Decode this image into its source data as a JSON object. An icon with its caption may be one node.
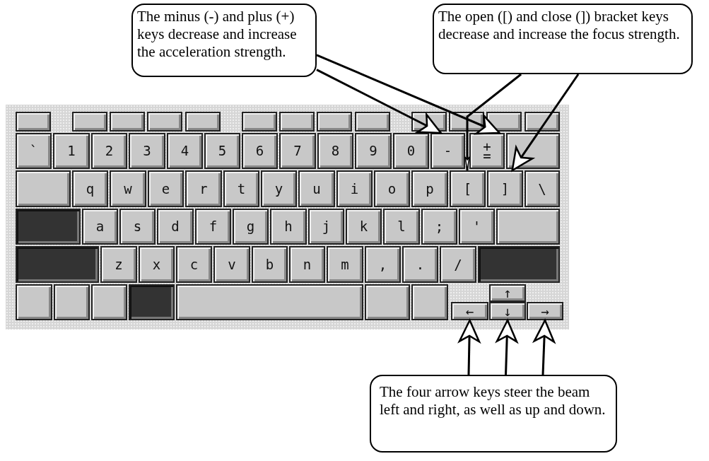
{
  "diagram": {
    "nodes": [
      {
        "text": [
          "The minus (-) and plus (+) keys decrease and increase the acceleration strength."
        ]
      },
      {
        "text": [
          "The open ([) and close (]) bracket keys decrease and increase the focus strength."
        ]
      },
      {
        "text": [
          "The four arrow keys steer the beam left and right, as well as up and down."
        ]
      },
      {
        "text": [
          "-"
        ]
      },
      {
        "text": [
          "+ ="
        ]
      },
      {
        "text": [
          "["
        ]
      },
      {
        "text": [
          "]"
        ]
      },
      {
        "text": [
          "←"
        ]
      },
      {
        "text": [
          "↓"
        ]
      },
      {
        "text": [
          "→"
        ]
      }
    ],
    "edges": [
      {
        "from": 0,
        "to": 3,
        "arrow": "to"
      },
      {
        "from": 0,
        "to": 4,
        "arrow": "to"
      },
      {
        "from": 1,
        "to": 5,
        "arrow": "to"
      },
      {
        "from": 1,
        "to": 6,
        "arrow": "to"
      },
      {
        "from": 2,
        "to": 7,
        "arrow": "to"
      },
      {
        "from": 2,
        "to": 8,
        "arrow": "to"
      },
      {
        "from": 2,
        "to": 9,
        "arrow": "to"
      }
    ],
    "labels": [
      "`",
      "1",
      "2",
      "3",
      "4",
      "5",
      "6",
      "7",
      "8",
      "9",
      "0",
      "q",
      "w",
      "e",
      "r",
      "t",
      "y",
      "u",
      "i",
      "o",
      "p",
      "\\",
      "a",
      "s",
      "d",
      "f",
      "g",
      "h",
      "j",
      "k",
      "l",
      ";",
      "'",
      "z",
      "x",
      "c",
      "v",
      "b",
      "n",
      "m",
      ",",
      ".",
      "/",
      "↑"
    ]
  }
}
